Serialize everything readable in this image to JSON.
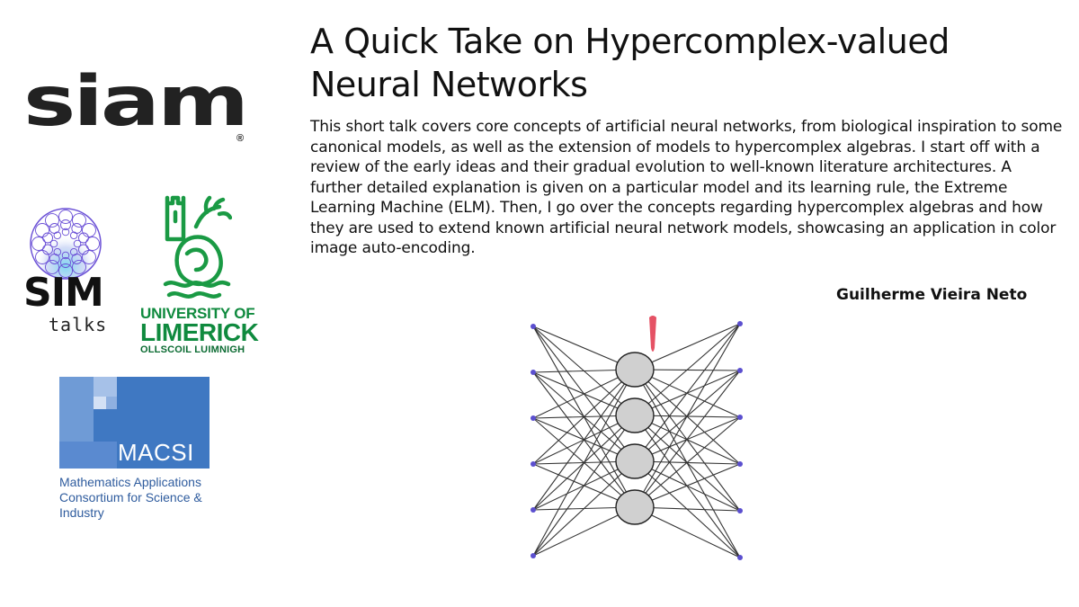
{
  "slide": {
    "title": "A Quick Take on Hypercomplex-valued Neural Networks",
    "abstract": "This short talk covers core concepts of artificial neural networks, from biological inspiration to some canonical models, as well as the extension of models to hypercomplex algebras. I start off with a review of the early ideas and their gradual evolution to well-known literature architectures. A further detailed explanation is given on a particular model and its learning rule, the Extreme Learning Machine (ELM). Then, I go over the concepts regarding hypercomplex algebras and how they are used to extend known artificial neural network models, showcasing an application in color image auto-encoding.",
    "author": "Guilherme Vieira Neto"
  },
  "logos": {
    "siam": {
      "text": "siam",
      "registered": "®"
    },
    "simtalks": {
      "sim": "SIM",
      "talks": "talks"
    },
    "limerick": {
      "line1": "UNIVERSITY OF",
      "line2": "LIMERICK",
      "line3": "OLLSCOIL LUIMNIGH"
    },
    "macsi": {
      "name": "MACSI",
      "description": "Mathematics Applications Consortium for Science & Industry"
    }
  },
  "network": {
    "input_nodes": 6,
    "hidden_nodes": 4,
    "output_nodes": 6,
    "highlight_hidden_index": 0
  },
  "colors": {
    "limerick_green": "#0f8a3e",
    "macsi_blue": "#3f78c2",
    "node_purple": "#5b4fcf",
    "hidden_fill": "#d0d0d0",
    "highlight_red": "#e0344a"
  }
}
